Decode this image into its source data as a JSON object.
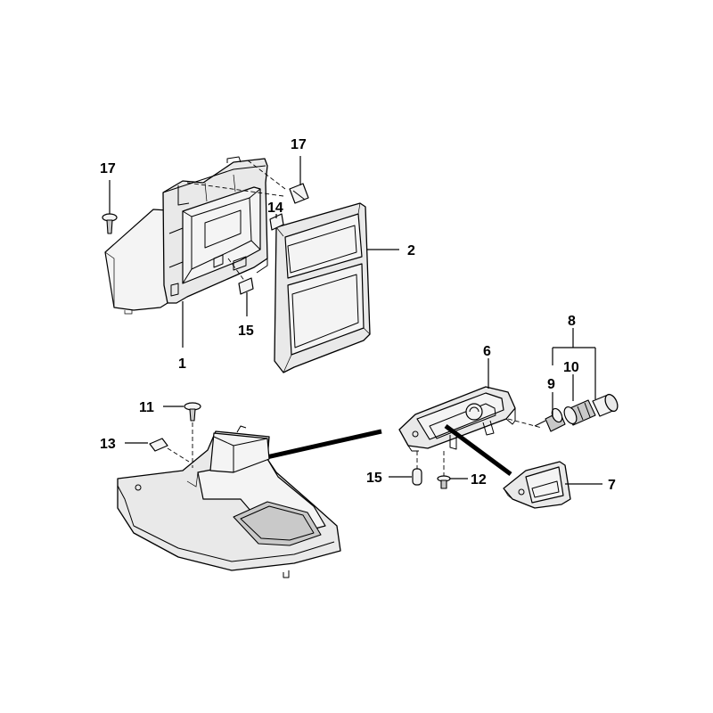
{
  "callouts": {
    "c1": "1",
    "c2": "2",
    "c6": "6",
    "c7": "7",
    "c8": "8",
    "c9": "9",
    "c10": "10",
    "c11": "11",
    "c12": "12",
    "c13": "13",
    "c14": "14",
    "c15a": "15",
    "c15b": "15",
    "c17a": "17",
    "c17b": "17"
  }
}
